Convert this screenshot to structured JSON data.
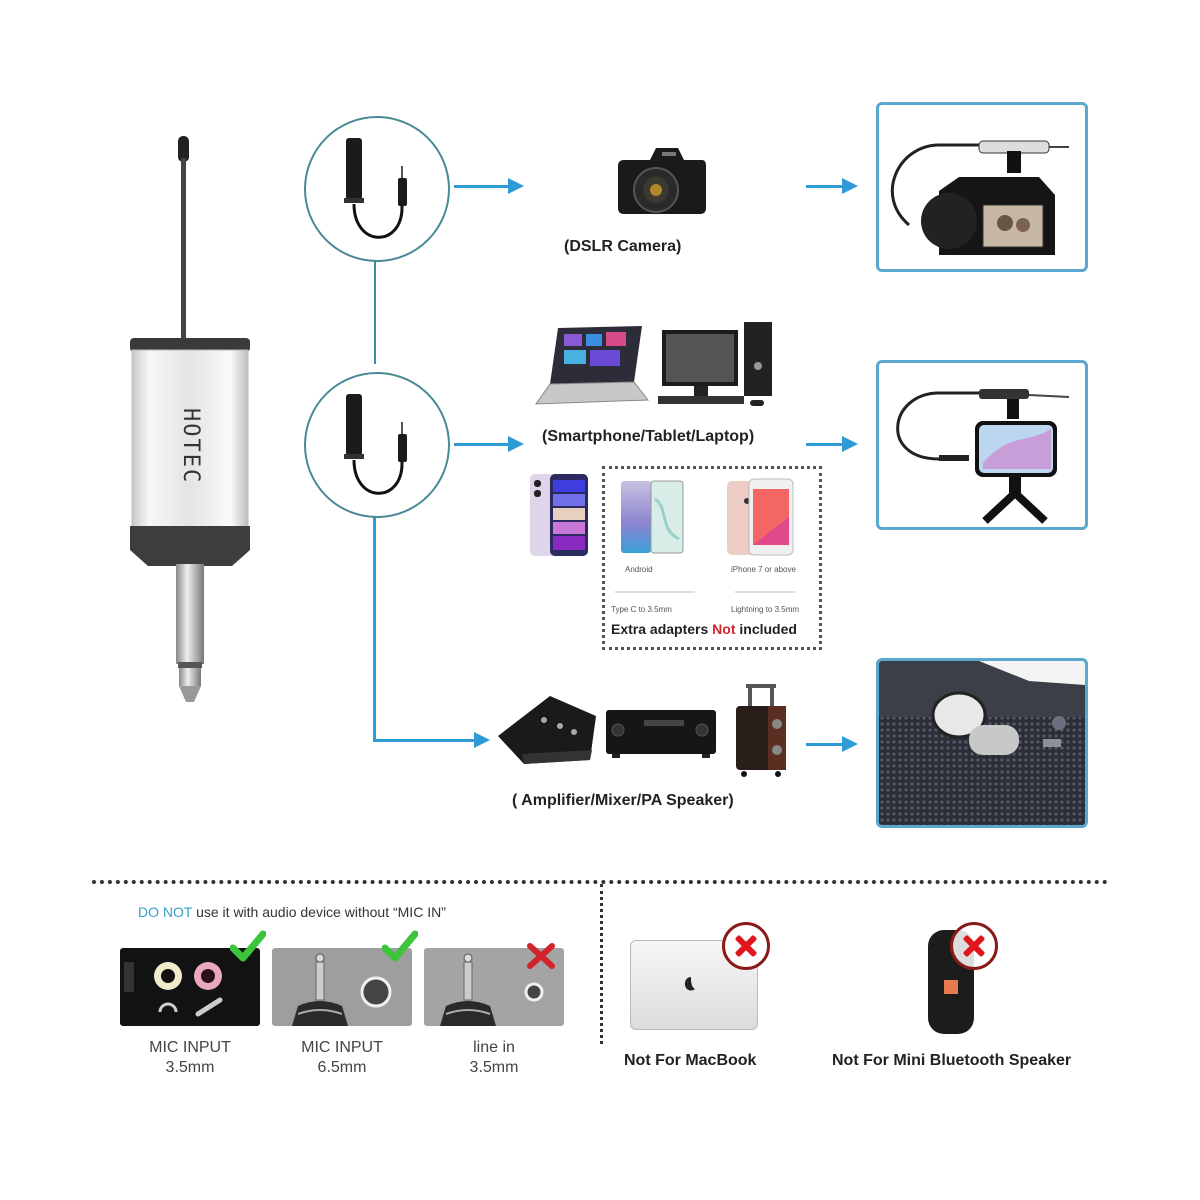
{
  "product": {
    "brand": "HOTEC",
    "name": "wireless-microphone-receiver"
  },
  "connections": [
    {
      "label": "(DSLR Camera)",
      "adapter": "6.35mm-to-3.5mm adapter cable",
      "result": "camera-with-mic"
    },
    {
      "label": "(Smartphone/Tablet/Laptop)",
      "adapter": "6.35mm-to-3.5mm adapter cable",
      "result": "phone-on-tripod-with-mic"
    },
    {
      "label": "( Amplifier/Mixer/PA Speaker)",
      "adapter": "direct 6.35mm plug",
      "result": "receiver-plugged-into-speaker"
    }
  ],
  "adapter_note": {
    "android_label": "Android",
    "iphone_label": "iPhone 7 or above",
    "android_cable": "Type C to 3.5mm",
    "iphone_cable": "Lightning to 3.5mm",
    "notice_prefix": "Extra adapters ",
    "notice_highlight": "Not",
    "notice_suffix": " included"
  },
  "warning": {
    "highlight": "DO NOT",
    "text": " use it with audio device without “MIC IN”"
  },
  "ports": [
    {
      "line1": "MIC INPUT",
      "line2": "3.5mm",
      "status": "ok"
    },
    {
      "line1": "MIC INPUT",
      "line2": "6.5mm",
      "status": "ok"
    },
    {
      "line1": "line in",
      "line2": "3.5mm",
      "status": "not-ok"
    }
  ],
  "not_for": [
    {
      "label": "Not For MacBook",
      "icon": "macbook-icon"
    },
    {
      "label": "Not For Mini Bluetooth Speaker",
      "icon": "bluetooth-speaker-icon"
    }
  ],
  "colors": {
    "accent_blue": "#2e9ad6",
    "warning_highlight": "#3aa0c8",
    "not_highlight": "#d2232a",
    "check_green": "#3cc43c",
    "x_red": "#e0161b"
  }
}
